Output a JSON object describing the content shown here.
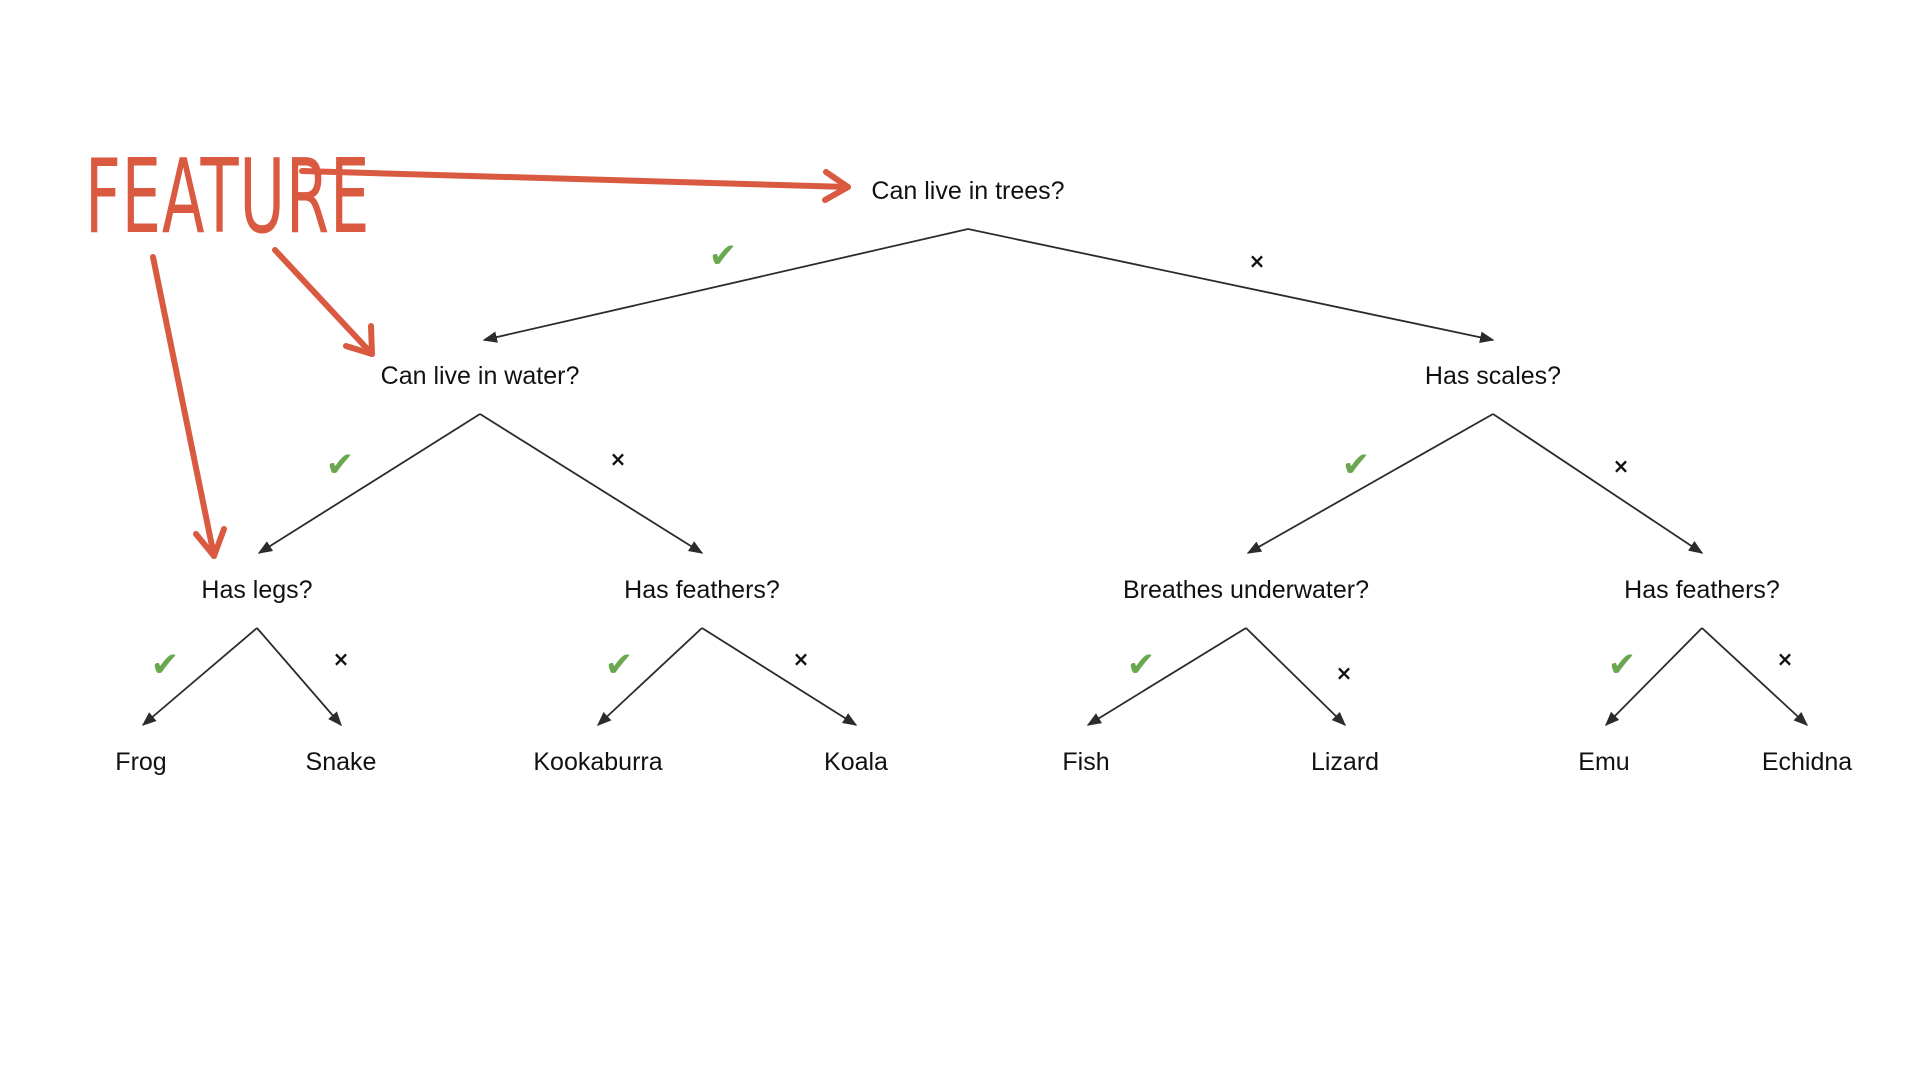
{
  "colors": {
    "callout": "#d95a40",
    "yes": "#6aa84f",
    "no": "#111111",
    "line": "#2b2b2b",
    "text": "#111111"
  },
  "callout": {
    "label": "FEATURE"
  },
  "tree": {
    "root": "Can live in trees?",
    "left": "Can live in water?",
    "right": "Has scales?",
    "left_left": "Has legs?",
    "left_right": "Has feathers?",
    "right_left": "Breathes underwater?",
    "right_right": "Has feathers?"
  },
  "leaves": {
    "frog": "Frog",
    "snake": "Snake",
    "kookaburra": "Kookaburra",
    "koala": "Koala",
    "fish": "Fish",
    "lizard": "Lizard",
    "emu": "Emu",
    "echidna": "Echidna"
  },
  "marks": {
    "yes_symbol": "✔",
    "no_symbol": "×"
  }
}
